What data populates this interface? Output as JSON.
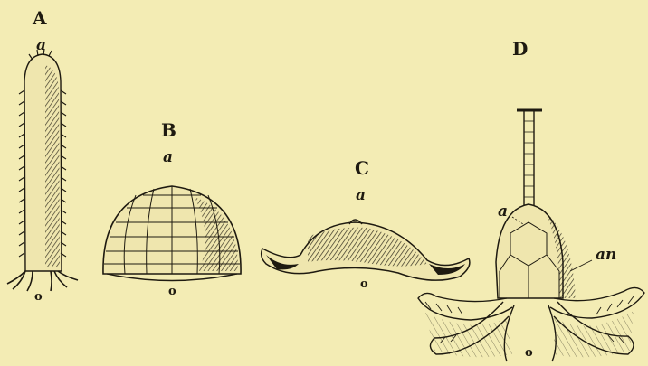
{
  "figures": [
    {
      "id": "A",
      "label": "A",
      "apical": "a",
      "oral": "o"
    },
    {
      "id": "B",
      "label": "B",
      "apical": "a",
      "oral": "o"
    },
    {
      "id": "C",
      "label": "C",
      "apical": "a",
      "oral": "o"
    },
    {
      "id": "D",
      "label": "D",
      "apical": "a",
      "oral": "o",
      "anus": "an"
    }
  ],
  "colors": {
    "paper": "#f3ecb4",
    "ink": "#1e1a10"
  }
}
